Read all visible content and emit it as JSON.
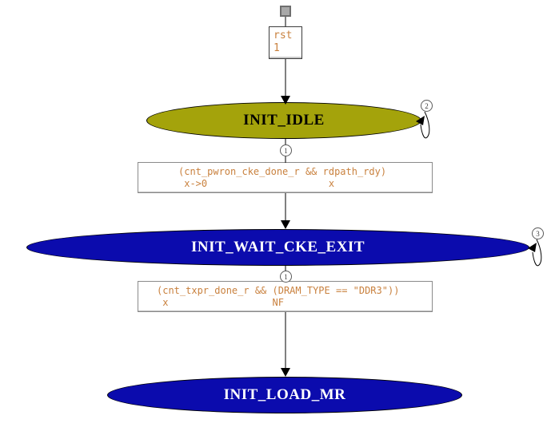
{
  "palette": {
    "idle_state_fill": "#a4a30b",
    "active_state_fill": "#0b0bad",
    "hdl_text_color": "#c9813e",
    "edge_color": "#000000",
    "idle_state_text": "#000000",
    "active_state_text": "#ffffff"
  },
  "start": {
    "lines": [
      "rst",
      "1"
    ]
  },
  "states": [
    {
      "label": "INIT_IDLE",
      "self_loop_badge": "2"
    },
    {
      "label": "INIT_WAIT_CKE_EXIT",
      "self_loop_badge": "3"
    },
    {
      "label": "INIT_LOAD_MR"
    }
  ],
  "transitions": [
    {
      "badge": "1",
      "condition": "(cnt_pwron_cke_done_r && rdpath_rdy)",
      "actions": " x->0                     x"
    },
    {
      "badge": "1",
      "condition": "(cnt_txpr_done_r && (DRAM_TYPE == \"DDR3\"))",
      "actions": " x                  NF"
    }
  ]
}
